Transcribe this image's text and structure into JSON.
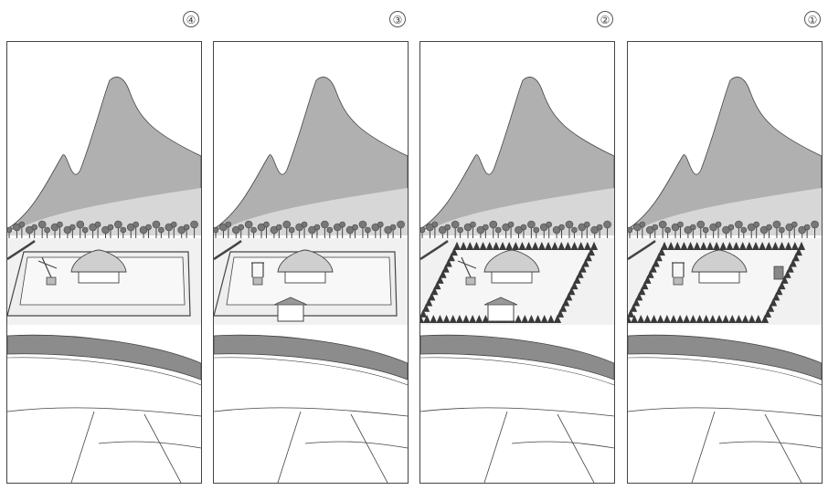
{
  "panels": [
    {
      "label": "④",
      "enclosure": "earthen-wall",
      "well": "shadoof",
      "gate": "none",
      "hut": "thatched-hut"
    },
    {
      "label": "③",
      "enclosure": "earthen-wall",
      "well": "pulley-well",
      "gate": "roofed-gate",
      "hut": "thatched-hut"
    },
    {
      "label": "②",
      "enclosure": "hedge",
      "well": "shadoof",
      "gate": "roofed-gate",
      "hut": "thatched-hut"
    },
    {
      "label": "①",
      "enclosure": "hedge",
      "well": "pulley-well",
      "gate": "side-gate",
      "hut": "thatched-hut"
    }
  ],
  "colors": {
    "ink": "#444444",
    "mountain": "#b0b0b0",
    "river": "#8c8c8c",
    "hedge": "#3a3a3a",
    "ground": "#f1f1f1"
  }
}
